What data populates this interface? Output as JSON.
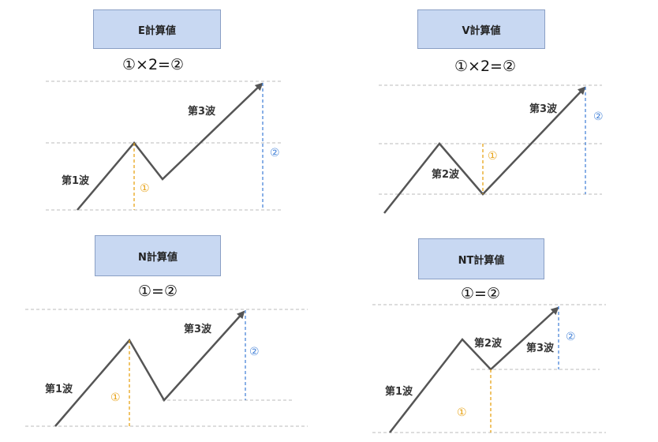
{
  "panels": [
    {
      "title": "E計算値",
      "formula": "①×2=②",
      "labels": {
        "wave1": "第1波",
        "wave3": "第3波",
        "m1": "①",
        "m2": "②"
      }
    },
    {
      "title": "V計算値",
      "formula": "①×2=②",
      "labels": {
        "wave2": "第2波",
        "wave3": "第3波",
        "m1": "①",
        "m2": "②"
      }
    },
    {
      "title": "N計算値",
      "formula": "①=②",
      "labels": {
        "wave1": "第1波",
        "wave3": "第3波",
        "m1": "①",
        "m2": "②"
      }
    },
    {
      "title": "NT計算値",
      "formula": "①=②",
      "labels": {
        "wave1": "第1波",
        "wave2": "第2波",
        "wave3": "第3波",
        "m1": "①",
        "m2": "②"
      }
    }
  ],
  "colors": {
    "title_bg": "#c8d8f2",
    "wave_line": "#555555",
    "guide_line": "#bbbbbb",
    "marker1": "#e8a317",
    "marker2": "#4a86d9"
  }
}
